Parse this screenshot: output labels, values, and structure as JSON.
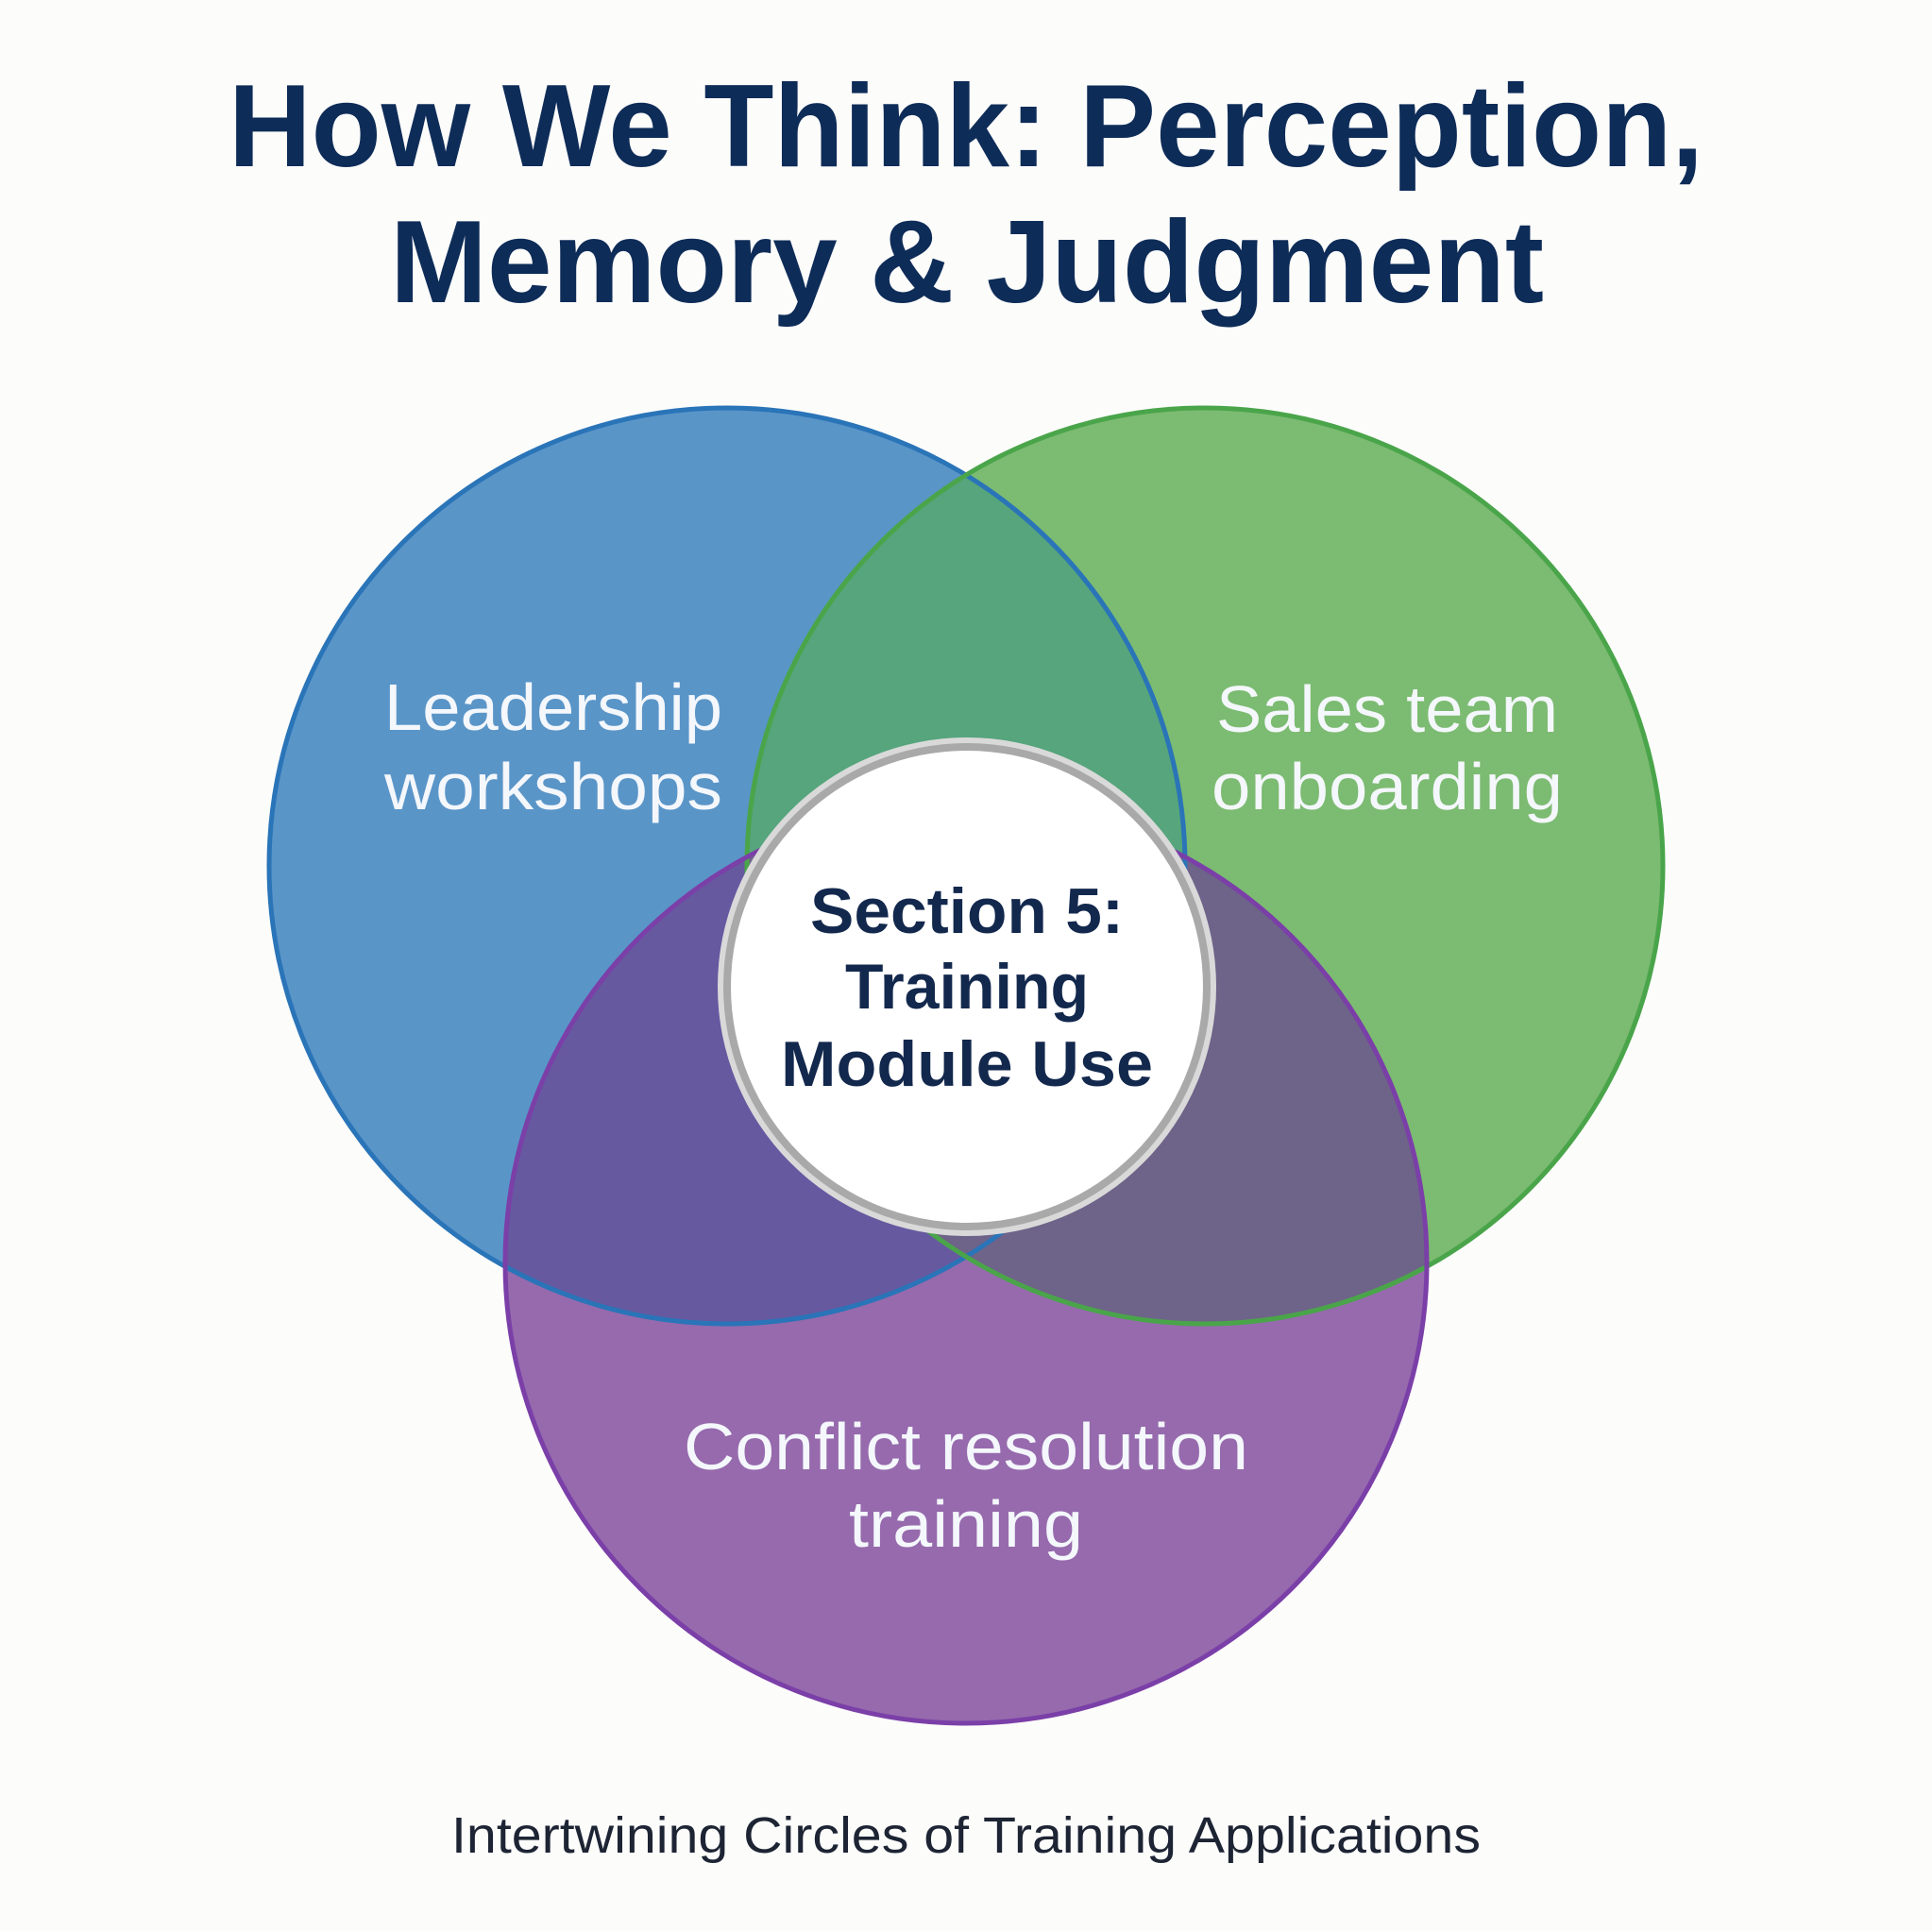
{
  "title": {
    "lines": [
      "How We Think: Perception,",
      "Memory & Judgment"
    ],
    "color": "#0e2c58"
  },
  "venn": {
    "sets": [
      {
        "id": "leadership",
        "label_lines": [
          "Leadership",
          "workshops"
        ],
        "fill": "#5a95c8",
        "stroke": "#2a74b8"
      },
      {
        "id": "sales",
        "label_lines": [
          "Sales team",
          "onboarding"
        ],
        "fill": "#7cbb72",
        "stroke": "#4aa54a"
      },
      {
        "id": "conflict",
        "label_lines": [
          "Conflict resolution",
          "training"
        ],
        "fill": "#966aad",
        "stroke": "#7b3fa8"
      }
    ],
    "overlap_colors": {
      "leadership_sales": "#56a57c",
      "leadership_conflict": "#6659a0",
      "sales_conflict": "#6e6388"
    },
    "center": {
      "label_lines": [
        "Section 5:",
        "Training",
        "Module Use"
      ],
      "text_color": "#13284d",
      "ring_outer_color": "#d9d9d9",
      "ring_inner_color": "#a9a9a9"
    }
  },
  "caption": {
    "text": "Intertwining Circles of Training Applications",
    "color": "#1d2433"
  }
}
